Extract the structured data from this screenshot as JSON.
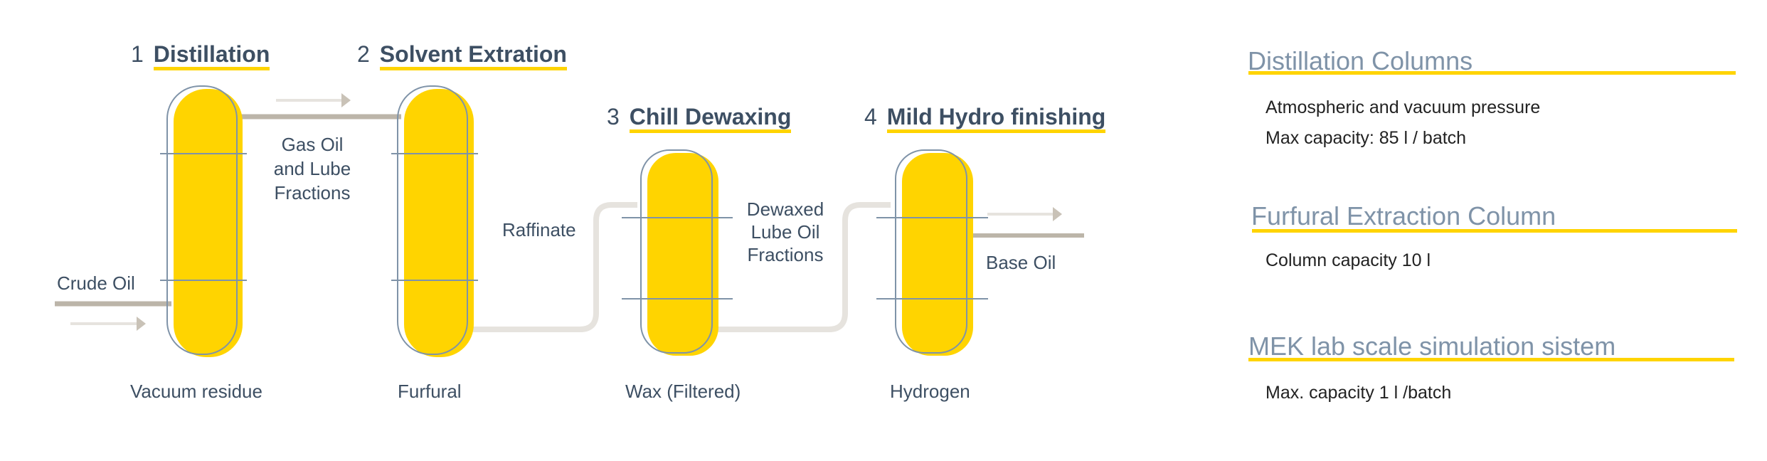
{
  "steps": [
    {
      "number": "1",
      "title": "Distillation"
    },
    {
      "number": "2",
      "title": "Solvent Extration"
    },
    {
      "number": "3",
      "title": "Chill Dewaxing"
    },
    {
      "number": "4",
      "title": "Mild Hydro finishing"
    }
  ],
  "labels": {
    "crude_oil": "Crude Oil",
    "gas_oil": [
      "Gas Oil",
      "and Lube",
      "Fractions"
    ],
    "raffinate": "Raffinate",
    "dewaxed": [
      "Dewaxed",
      "Lube Oil",
      "Fractions"
    ],
    "base_oil": "Base Oil",
    "vacuum_residue": "Vacuum residue",
    "furfural": "Furfural",
    "wax": "Wax (Filtered)",
    "hydrogen": "Hydrogen"
  },
  "info": [
    {
      "heading": "Distillation Columns",
      "lines": [
        "Atmospheric and vacuum pressure",
        "Max capacity: 85 l / batch"
      ]
    },
    {
      "heading": "Furfural Extraction Column",
      "lines": [
        "Column capacity 10 l"
      ]
    },
    {
      "heading": "MEK lab scale simulation sistem",
      "lines": [
        "Max. capacity 1 l /batch"
      ]
    }
  ],
  "colors": {
    "accent": "#ffd400",
    "outline": "#7f93a8",
    "text": "#3d4f63",
    "pipe": "#bcb5a9",
    "pipe_light": "#e6e3de"
  }
}
